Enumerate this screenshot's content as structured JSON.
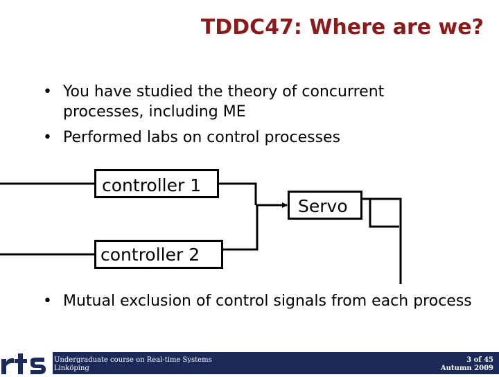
{
  "slide": {
    "title": "TDDC47: Where are we?",
    "bullets_top": [
      "You have studied the theory of concurrent processes, including ME",
      "Performed labs on control processes"
    ],
    "bullets_bottom": [
      "Mutual exclusion of control signals from each process"
    ],
    "bullet_glyph": "•"
  },
  "diagram": {
    "controller_1": "controller 1",
    "controller_2": "controller 2",
    "servo": "Servo"
  },
  "footer": {
    "course": "Undergraduate course on Real-time Systems",
    "place": "Linköping",
    "page": "3 of 45",
    "term": "Autumn 2009",
    "logo_text": "rts"
  },
  "colors": {
    "title": "#8b1a1a",
    "footer_bar": "#1c2a5a",
    "logo": "#1c2a5a"
  }
}
